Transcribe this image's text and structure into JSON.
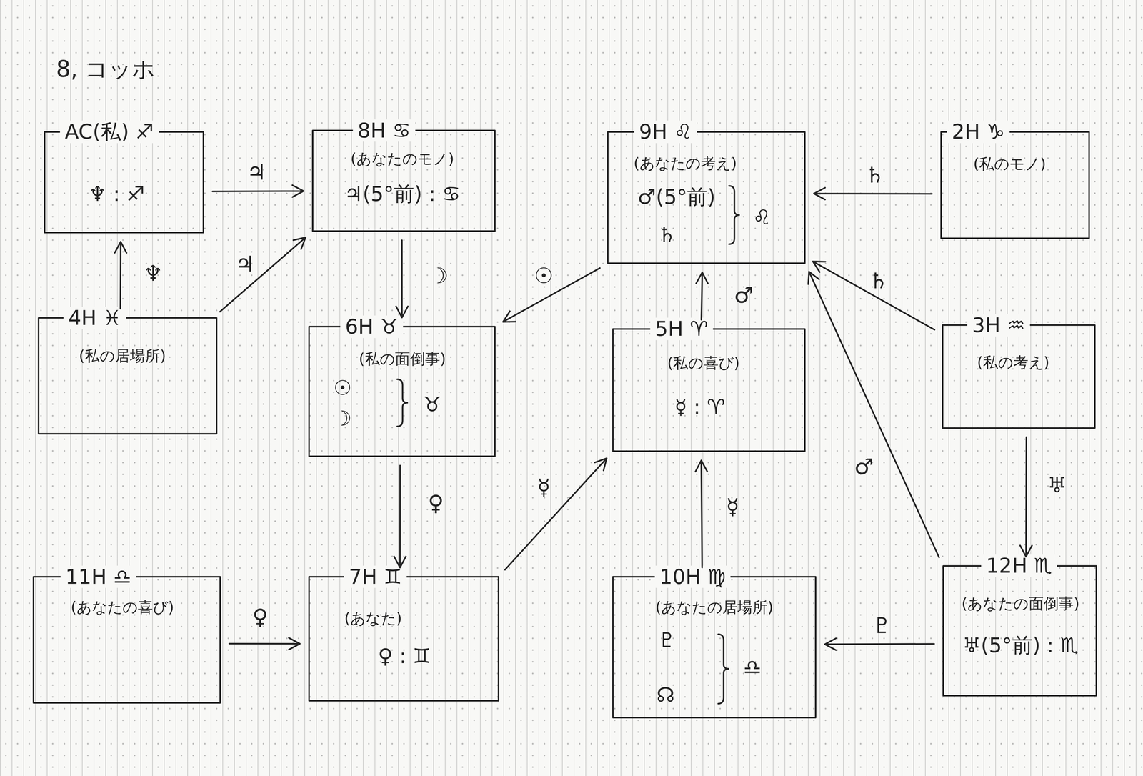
{
  "diagram": {
    "title": "8, コッホ",
    "nodes": [
      {
        "text": [
          "AC(私) ♐",
          "♆ : ♐"
        ]
      },
      {
        "text": [
          "8H ♋",
          "(あなたのモノ)",
          "♃(5°前) : ♋"
        ]
      },
      {
        "text": [
          "9H ♌",
          "(あなたの考え)",
          "♂(5°前)",
          "♄",
          "♌"
        ]
      },
      {
        "text": [
          "2H ♑",
          "(私のモノ)"
        ]
      },
      {
        "text": [
          "4H ♓",
          "(私の居場所)"
        ]
      },
      {
        "text": [
          "6H ♉",
          "(私の面倒事)",
          "☉",
          "☽",
          "♉"
        ]
      },
      {
        "text": [
          "5H ♈",
          "(私の喜び)",
          "☿ : ♈"
        ]
      },
      {
        "text": [
          "3H ♒",
          "(私の考え)"
        ]
      },
      {
        "text": [
          "11H ♎",
          "(あなたの喜び)"
        ]
      },
      {
        "text": [
          "7H ♊",
          "(あなた)",
          "♀ : ♊"
        ]
      },
      {
        "text": [
          "10H ♍",
          "(あなたの居場所)",
          "♇",
          "☊",
          "♎"
        ]
      },
      {
        "text": [
          "12H ♏",
          "(あなたの面倒事)",
          "♅(5°前) : ♏"
        ]
      }
    ],
    "edges": [
      {
        "from": 0,
        "to": 1,
        "arrow": "to",
        "label": "♃"
      },
      {
        "from": 4,
        "to": 1,
        "arrow": "to",
        "label": "♃"
      },
      {
        "from": 4,
        "to": 0,
        "arrow": "to",
        "label": "♆"
      },
      {
        "from": 1,
        "to": 5,
        "arrow": "to",
        "label": "☽"
      },
      {
        "from": 2,
        "to": 5,
        "arrow": "to",
        "label": "☉"
      },
      {
        "from": 3,
        "to": 2,
        "arrow": "to",
        "label": "♄"
      },
      {
        "from": 7,
        "to": 2,
        "arrow": "to",
        "label": "♄"
      },
      {
        "from": 6,
        "to": 2,
        "arrow": "to",
        "label": "♂"
      },
      {
        "from": 11,
        "to": 2,
        "arrow": "to",
        "label": "♂"
      },
      {
        "from": 5,
        "to": 9,
        "arrow": "to",
        "label": "♀"
      },
      {
        "from": 9,
        "to": 6,
        "arrow": "to",
        "label": "☿"
      },
      {
        "from": 10,
        "to": 6,
        "arrow": "to",
        "label": "☿"
      },
      {
        "from": 8,
        "to": 9,
        "arrow": "to",
        "label": "♀"
      },
      {
        "from": 11,
        "to": 10,
        "arrow": "to",
        "label": "♇"
      },
      {
        "from": 7,
        "to": 11,
        "arrow": "to",
        "label": "♅"
      }
    ]
  }
}
